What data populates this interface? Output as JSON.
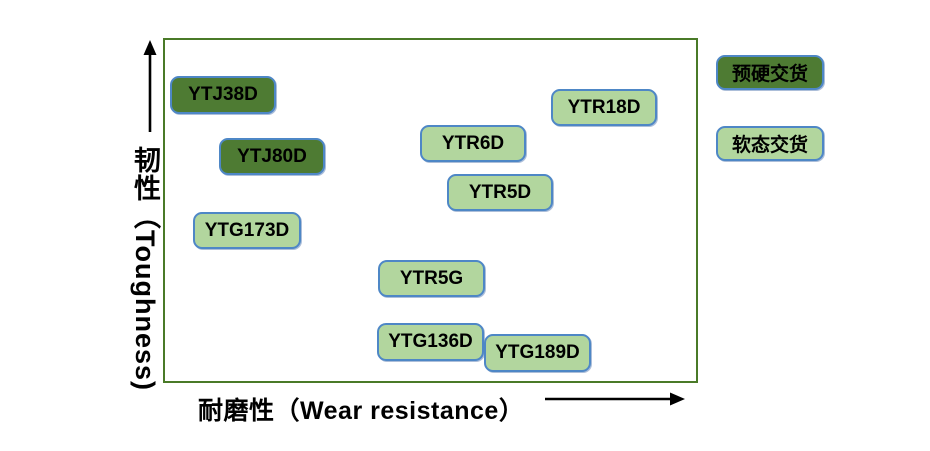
{
  "colors": {
    "pre_hardened_fill": "#4e7b33",
    "soft_fill": "#b2d69e",
    "box_border": "#4e87c6",
    "plot_border": "#4a7a28",
    "label_text": "#000000"
  },
  "axes": {
    "x_label": "耐磨性（Wear resistance）",
    "y_label": "韧性（Toughness)"
  },
  "legend": [
    {
      "label": "预硬交货",
      "series": "pre-hardened",
      "fill": "#4e7b33"
    },
    {
      "label": "软态交货",
      "series": "soft",
      "fill": "#b2d69e"
    }
  ],
  "chart_data": {
    "type": "scatter",
    "title": "",
    "xlabel": "耐磨性（Wear resistance）",
    "ylabel": "韧性（Toughness)",
    "x_range": [
      0,
      1
    ],
    "y_range": [
      0,
      1
    ],
    "grid": false,
    "legend_position": "right-outside",
    "points": [
      {
        "label": "YTJ38D",
        "series": "预硬交货",
        "x": 0.11,
        "y": 0.84
      },
      {
        "label": "YTJ80D",
        "series": "预硬交货",
        "x": 0.2,
        "y": 0.66
      },
      {
        "label": "YTG173D",
        "series": "软态交货",
        "x": 0.16,
        "y": 0.45
      },
      {
        "label": "YTR6D",
        "series": "软态交货",
        "x": 0.58,
        "y": 0.69
      },
      {
        "label": "YTR5D",
        "series": "软态交货",
        "x": 0.63,
        "y": 0.56
      },
      {
        "label": "YTR18D",
        "series": "软态交货",
        "x": 0.82,
        "y": 0.8
      },
      {
        "label": "YTR5G",
        "series": "软态交货",
        "x": 0.5,
        "y": 0.31
      },
      {
        "label": "YTG136D",
        "series": "软态交货",
        "x": 0.5,
        "y": 0.12
      },
      {
        "label": "YTG189D",
        "series": "软态交货",
        "x": 0.7,
        "y": 0.09
      }
    ]
  }
}
